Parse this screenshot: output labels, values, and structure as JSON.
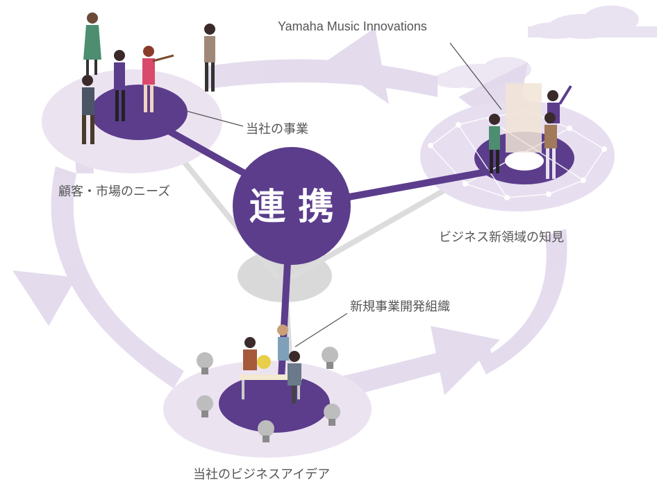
{
  "diagram": {
    "center_label": "連 携",
    "labels": {
      "yamaha_music_innovations": "Yamaha Music Innovations",
      "own_business": "当社の事業",
      "customer_needs": "顧客・市場のニーズ",
      "new_business_knowledge": "ビジネス新領域の知見",
      "new_business_dev_org": "新規事業開発組織",
      "own_business_ideas": "当社のビジネスアイデア"
    },
    "colors": {
      "accent_purple": "#5b3d8c",
      "light_purple": "#e6dcee",
      "flow_arrow": "#ddd2ea",
      "shadow_gray": "#d8d8d8"
    }
  }
}
